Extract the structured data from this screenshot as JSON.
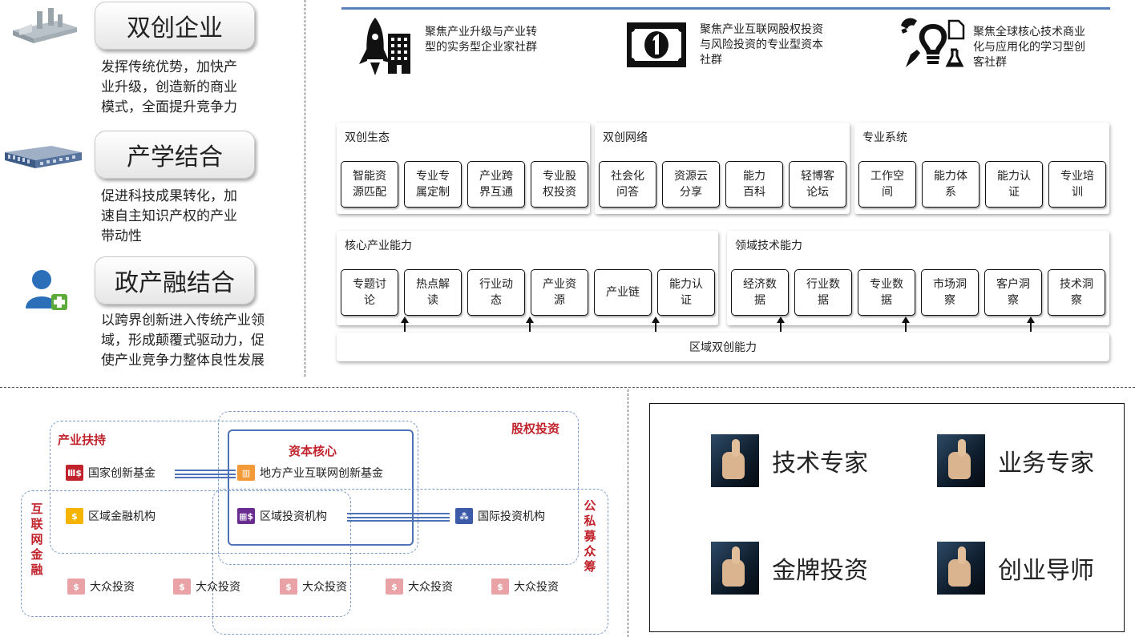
{
  "left_column": [
    {
      "title": "双创企业",
      "desc": [
        "发挥传统优势，加快产",
        "业升级，创造新的商业",
        "模式，全面提升竞争力"
      ],
      "icon": "factory-icon"
    },
    {
      "title": "产学结合",
      "desc": [
        "促进科技成果转化，加",
        "速自主知识产权的产业",
        "带动性"
      ],
      "icon": "building-icon"
    },
    {
      "title": "政产融结合",
      "desc": [
        "以跨界创新进入传统产业领",
        "域，形成颠覆式驱动力，促",
        "使产业竞争力整体良性发展"
      ],
      "icon": "user-add-icon"
    }
  ],
  "focus": [
    {
      "icon": "rocket-building-icon",
      "lines": [
        "聚焦产业升级与产业转",
        "型的实务型企业家社群"
      ]
    },
    {
      "icon": "money-icon",
      "lines": [
        "聚焦产业互联网股权投资",
        "与风险投资的专业型资本",
        "社群"
      ]
    },
    {
      "icon": "innovation-icon",
      "lines": [
        "聚焦全球核心技术商业",
        "化与应用化的学习型创",
        "客社群"
      ]
    }
  ],
  "panels_row1": [
    {
      "title": "双创生态",
      "cells": [
        [
          "智能资",
          "源匹配"
        ],
        [
          "专业专",
          "属定制"
        ],
        [
          "产业跨",
          "界互通"
        ],
        [
          "专业股",
          "权投资"
        ]
      ]
    },
    {
      "title": "双创网络",
      "cells": [
        [
          "社会化",
          "问答"
        ],
        [
          "资源云",
          "分享"
        ],
        [
          "能力",
          "百科"
        ],
        [
          "轻博客",
          "论坛"
        ]
      ]
    },
    {
      "title": "专业系统",
      "cells": [
        [
          "工作空",
          "间"
        ],
        [
          "能力体",
          "系"
        ],
        [
          "能力认",
          "证"
        ],
        [
          "专业培",
          "训"
        ]
      ]
    }
  ],
  "panels_row2": [
    {
      "title": "核心产业能力",
      "cells": [
        [
          "专题讨",
          "论"
        ],
        [
          "热点解",
          "读"
        ],
        [
          "行业动",
          "态"
        ],
        [
          "产业资",
          "源"
        ],
        [
          "产业链"
        ],
        [
          "能力认",
          "证"
        ]
      ]
    },
    {
      "title": "领域技术能力",
      "cells": [
        [
          "经济数",
          "据"
        ],
        [
          "行业数",
          "据"
        ],
        [
          "专业数",
          "据"
        ],
        [
          "市场洞",
          "察"
        ],
        [
          "客户洞",
          "察"
        ],
        [
          "技术洞",
          "察"
        ]
      ]
    }
  ],
  "base_bar": "区域双创能力",
  "finance": {
    "regions": {
      "industry_support": "产业扶持",
      "capital_core": "资本核心",
      "equity": "股权投资",
      "internet_finance": "互联网金融",
      "crowdfunding": "公私募众筹"
    },
    "nodes": {
      "national_fund": "国家创新基金",
      "local_fund": "地方产业互联网创新基金",
      "regional_finance": "区域金融机构",
      "regional_invest": "区域投资机构",
      "intl_invest": "国际投资机构"
    },
    "public_invest": [
      "大众投资",
      "大众投资",
      "大众投资",
      "大众投资",
      "大众投资"
    ],
    "colors": {
      "red": "#c0232c",
      "gold": "#f5b400",
      "purple": "#6a2c91",
      "blue": "#3b5ba9",
      "orange": "#f29a38",
      "pink": "#e9a3a6",
      "line": "#4e72b8"
    }
  },
  "experts": [
    "技术专家",
    "业务专家",
    "金牌投资",
    "创业导师"
  ]
}
